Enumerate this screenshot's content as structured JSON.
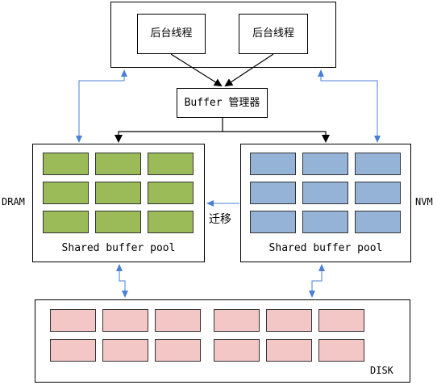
{
  "threads": {
    "left_label": "后台线程",
    "right_label": "后台线程"
  },
  "buffer_manager": {
    "label": "Buffer 管理器"
  },
  "dram": {
    "side_label": "DRAM",
    "pool_label": "Shared buffer pool",
    "rows": 3,
    "cols": 3
  },
  "nvm": {
    "side_label": "NVM",
    "pool_label": "Shared buffer pool",
    "rows": 3,
    "cols": 3
  },
  "migration": {
    "label": "迁移"
  },
  "disk": {
    "label": "DISK",
    "groups": 2,
    "rows": 2,
    "cols": 3
  },
  "colors": {
    "dram_cell": "#9bbb59",
    "nvm_cell": "#95b3d7",
    "disk_cell": "#f2c7c6",
    "arrow_blue": "#4a7fd4",
    "line_black": "#000000"
  }
}
